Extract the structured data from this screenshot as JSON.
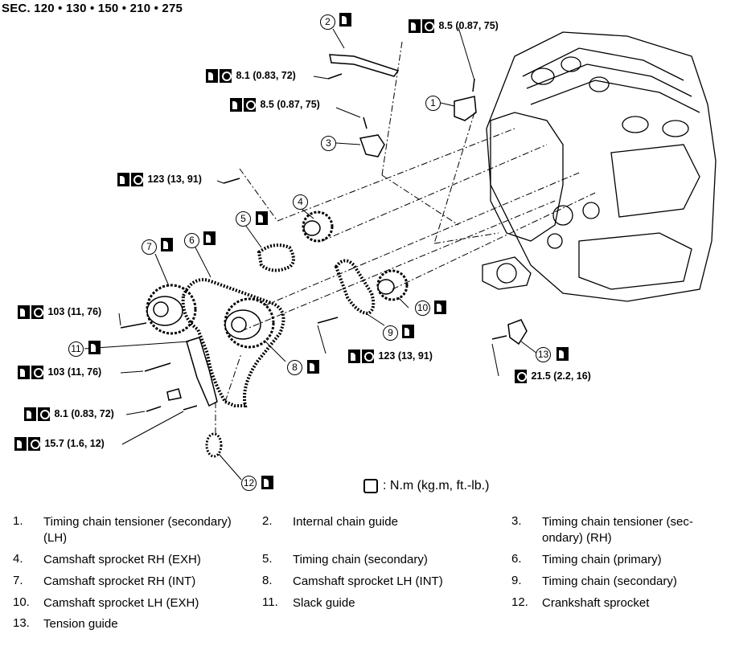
{
  "header": {
    "sec": "SEC. 120 • 130 • 150 • 210 • 275"
  },
  "torques": [
    {
      "id": "t1",
      "value": "8.5 (0.87, 75)"
    },
    {
      "id": "t2",
      "value": "8.1 (0.83, 72)"
    },
    {
      "id": "t3",
      "value": "8.5 (0.87, 75)"
    },
    {
      "id": "t4",
      "value": "123 (13, 91)"
    },
    {
      "id": "t5",
      "value": "103 (11, 76)"
    },
    {
      "id": "t6",
      "value": "123 (13, 91)"
    },
    {
      "id": "t7",
      "value": "103 (11, 76)"
    },
    {
      "id": "t8",
      "value": "21.5 (2.2, 16)"
    },
    {
      "id": "t9",
      "value": "8.1 (0.83, 72)"
    },
    {
      "id": "t10",
      "value": "15.7 (1.6, 12)"
    }
  ],
  "callouts": [
    "1",
    "2",
    "3",
    "4",
    "5",
    "6",
    "7",
    "8",
    "9",
    "10",
    "11",
    "12",
    "13"
  ],
  "unit_legend": ": N.m (kg.m, ft.-lb.)",
  "parts": [
    {
      "num": "1.",
      "name": "Timing chain tensioner (secondary) (LH)"
    },
    {
      "num": "2.",
      "name": "Internal chain guide"
    },
    {
      "num": "3.",
      "name": "Timing chain tensioner (sec-ondary) (RH)"
    },
    {
      "num": "4.",
      "name": "Camshaft sprocket RH (EXH)"
    },
    {
      "num": "5.",
      "name": "Timing chain (secondary)"
    },
    {
      "num": "6.",
      "name": "Timing chain (primary)"
    },
    {
      "num": "7.",
      "name": "Camshaft sprocket RH (INT)"
    },
    {
      "num": "8.",
      "name": "Camshaft sprocket LH (INT)"
    },
    {
      "num": "9.",
      "name": "Timing chain (secondary)"
    },
    {
      "num": "10.",
      "name": "Camshaft sprocket LH (EXH)"
    },
    {
      "num": "11.",
      "name": "Slack guide"
    },
    {
      "num": "12.",
      "name": "Crankshaft sprocket"
    },
    {
      "num": "13.",
      "name": "Tension guide"
    }
  ]
}
